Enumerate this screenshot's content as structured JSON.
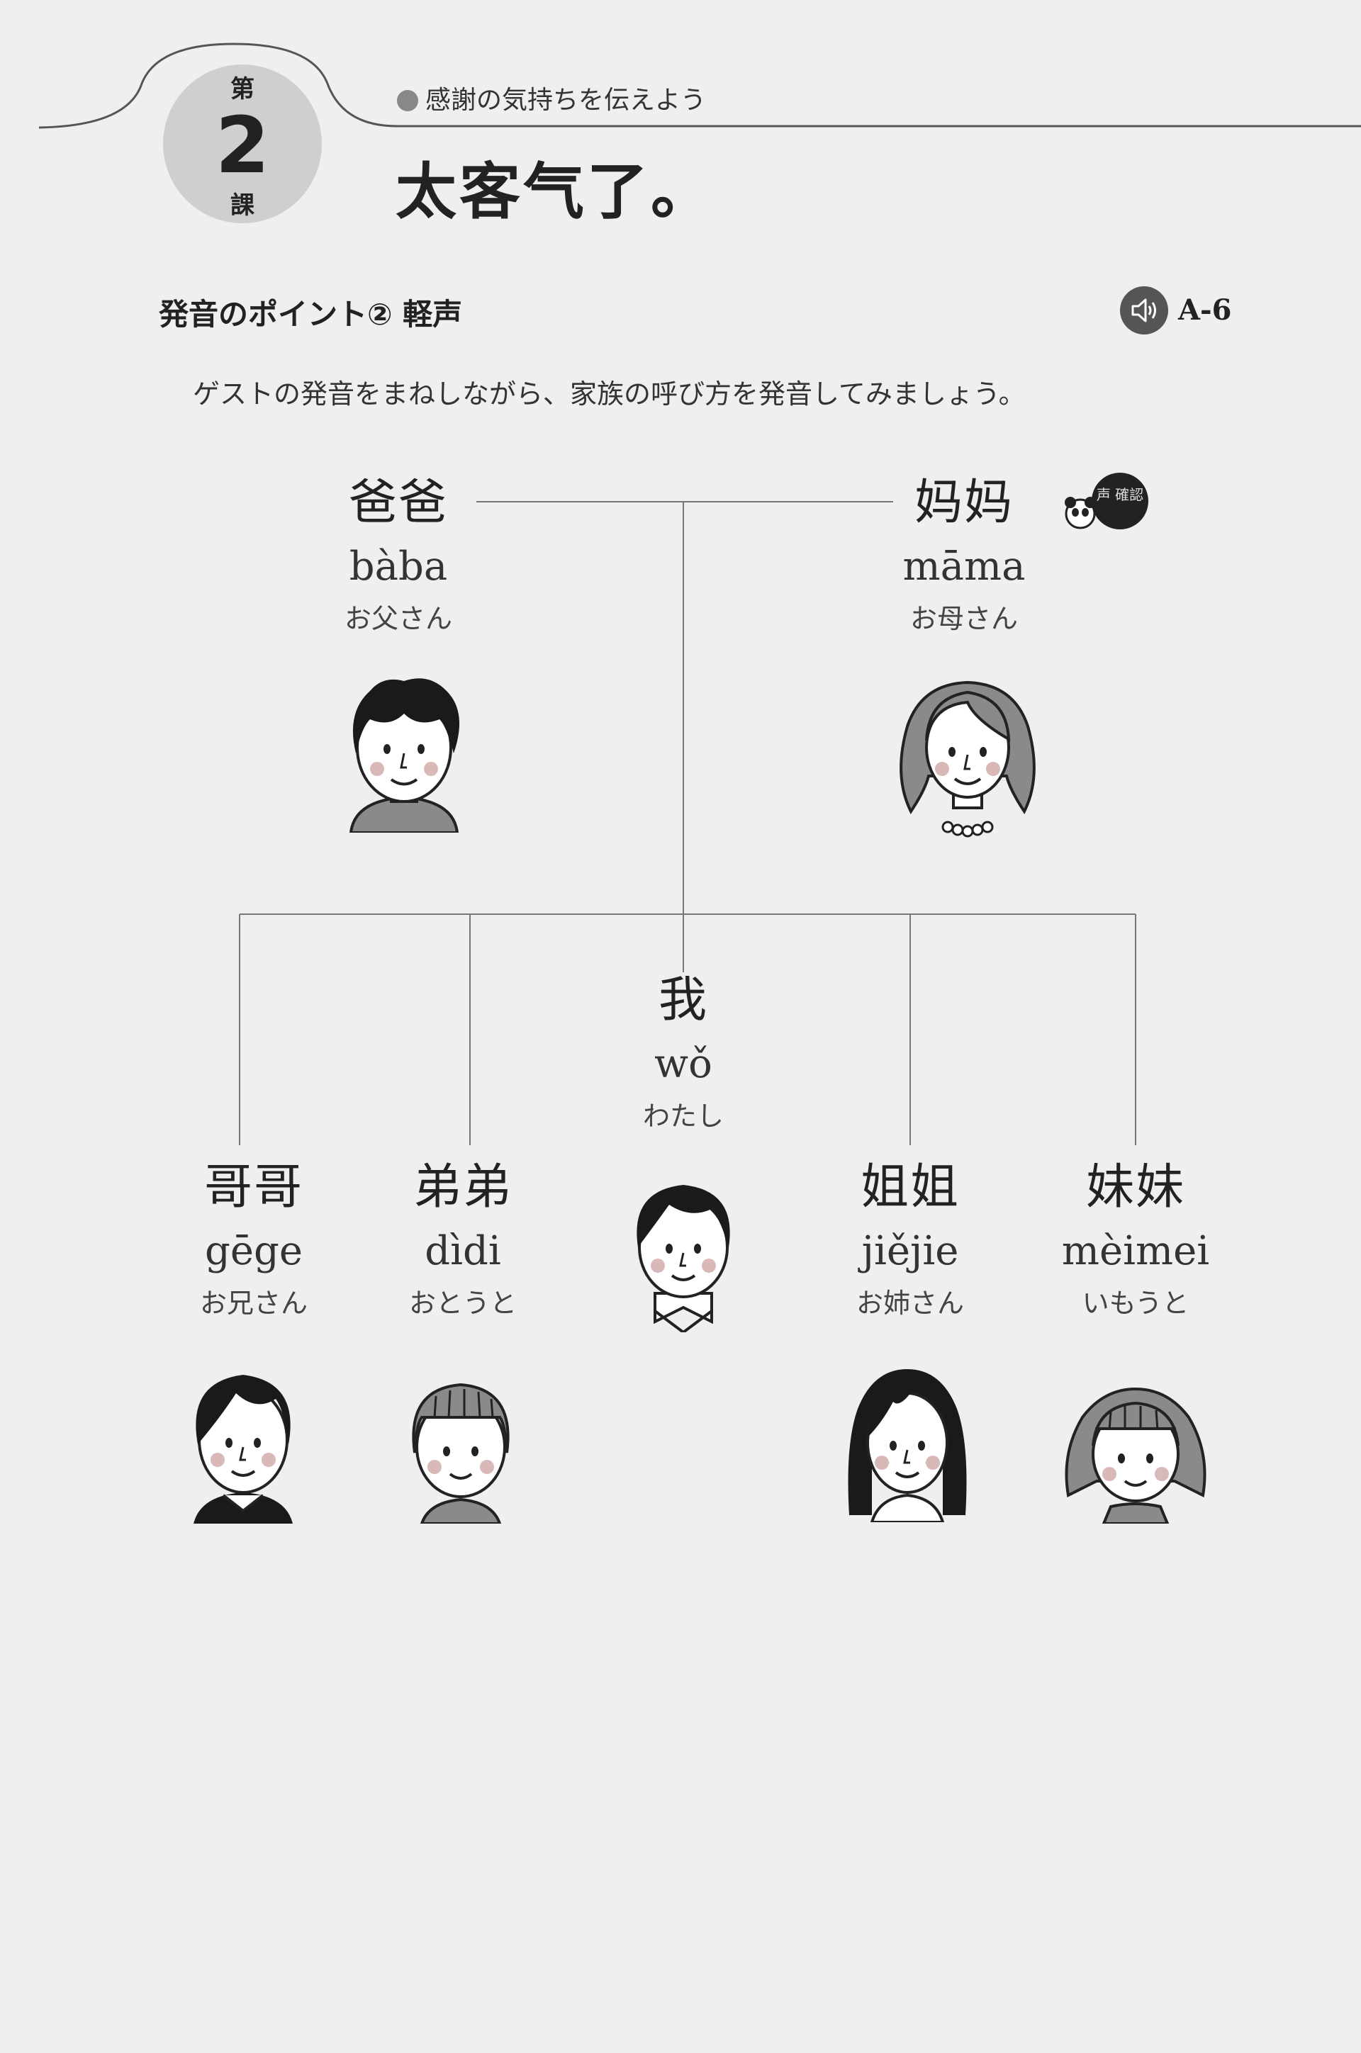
{
  "lesson": {
    "dai": "第",
    "number": "2",
    "ka": "課"
  },
  "subtitle": "感謝の気持ちを伝えよう",
  "title": "太客气了。",
  "section": {
    "heading": "発音のポイント② 軽声",
    "audio_code": "A-6"
  },
  "instruction": "ゲストの発音をまねしながら、家族の呼び方を発音してみましょう。",
  "badge_text": "声 確認",
  "family": {
    "father": {
      "hanzi": "爸爸",
      "pinyin": "bàba",
      "gloss": "お父さん"
    },
    "mother": {
      "hanzi": "妈妈",
      "pinyin": "māma",
      "gloss": "お母さん"
    },
    "me": {
      "hanzi": "我",
      "pinyin": "wǒ",
      "gloss": "わたし"
    },
    "elder_brother": {
      "hanzi": "哥哥",
      "pinyin": "gēge",
      "gloss": "お兄さん"
    },
    "younger_brother": {
      "hanzi": "弟弟",
      "pinyin": "dìdi",
      "gloss": "おとうと"
    },
    "elder_sister": {
      "hanzi": "姐姐",
      "pinyin": "jiějie",
      "gloss": "お姉さん"
    },
    "younger_sister": {
      "hanzi": "妹妹",
      "pinyin": "mèimei",
      "gloss": "いもうと"
    }
  },
  "colors": {
    "background": "#efefef",
    "ink": "#222222",
    "badge_gray": "#cfcfcf",
    "hair": "#1a1a1a",
    "hair_gray": "#8a8a8a",
    "cheek": "#d9b8b8"
  }
}
